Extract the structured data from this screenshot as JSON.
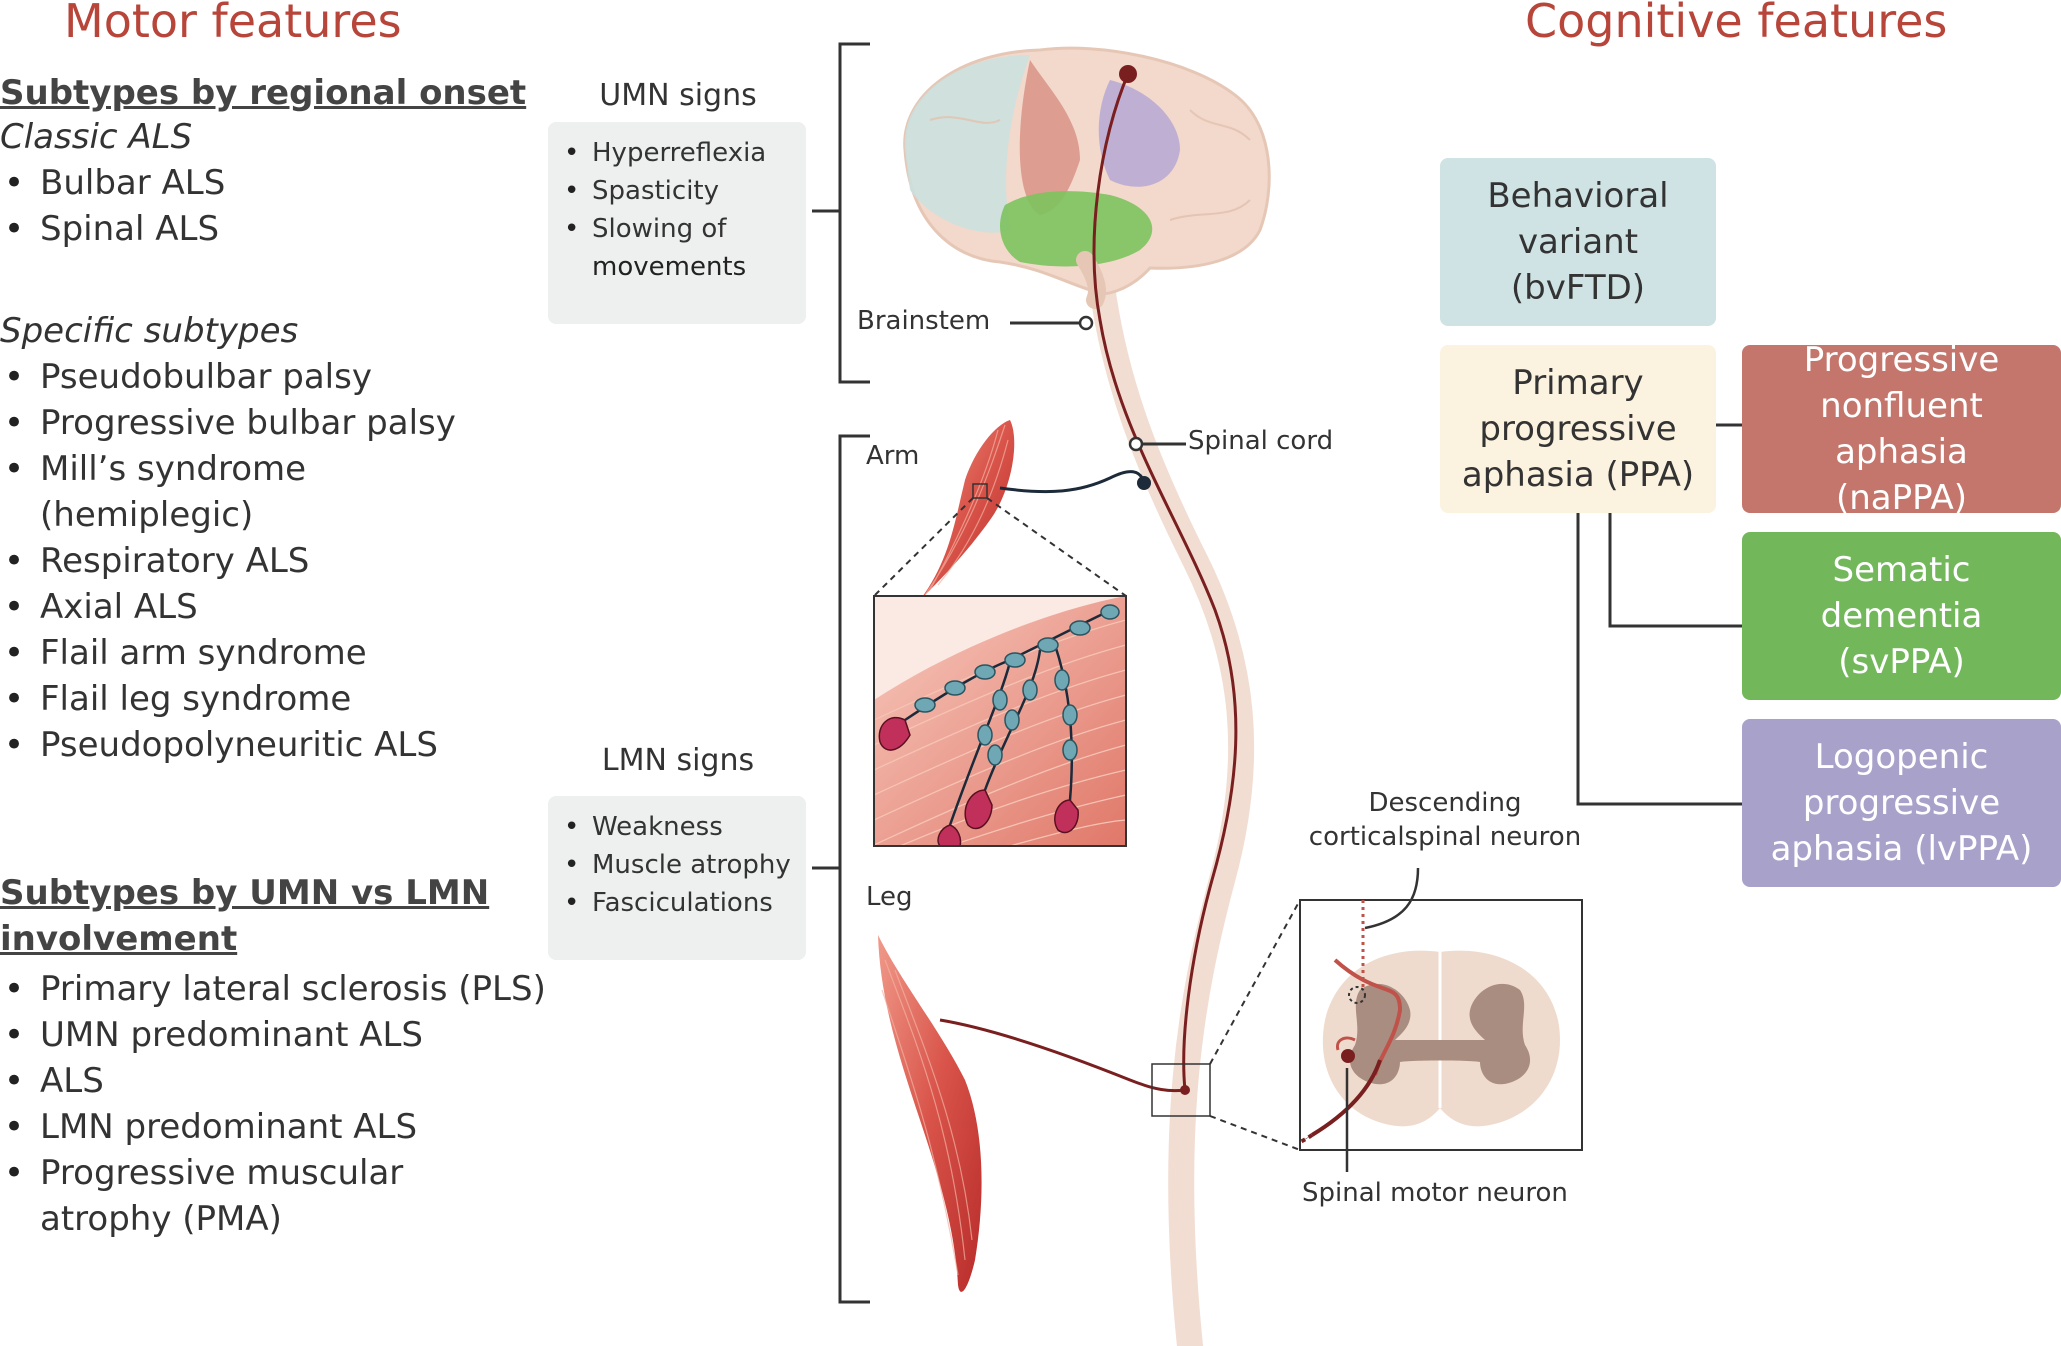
{
  "motor": {
    "title": "Motor features",
    "regional_heading": "Subtypes by regional onset",
    "classic_label": "Classic ALS",
    "classic_items": [
      "Bulbar ALS",
      "Spinal ALS"
    ],
    "specific_label": "Specific subtypes",
    "specific_items": [
      "Pseudobulbar palsy",
      "Progressive bulbar palsy",
      "Mill’s syndrome",
      "(hemiplegic)",
      "Respiratory ALS",
      "Axial ALS",
      "Flail arm syndrome",
      "Flail leg syndrome",
      "Pseudopolyneuritic ALS"
    ],
    "umn_lmn_heading_1": "Subtypes by UMN vs LMN",
    "umn_lmn_heading_2": "involvement",
    "umn_lmn_items": [
      "Primary lateral sclerosis (PLS)",
      "UMN predominant ALS",
      "ALS",
      "LMN predominant ALS",
      "Progressive muscular",
      "atrophy (PMA)"
    ]
  },
  "umn": {
    "title": "UMN signs",
    "items": [
      "Hyperreflexia",
      "Spasticity",
      "Slowing of",
      "movements"
    ]
  },
  "lmn": {
    "title": "LMN signs",
    "items": [
      "Weakness",
      "Muscle atrophy",
      "Fasciculations"
    ]
  },
  "anatomy": {
    "brainstem": "Brainstem",
    "spinal_cord": "Spinal cord",
    "arm": "Arm",
    "leg": "Leg",
    "descending_1": "Descending",
    "descending_2": "corticalspinal neuron",
    "spinal_motor": "Spinal motor neuron"
  },
  "cognitive": {
    "title": "Cognitive features",
    "bvftd": [
      "Behavioral",
      "variant",
      "(bvFTD)"
    ],
    "ppa": [
      "Primary",
      "progressive",
      "aphasia (PPA)"
    ],
    "napa": [
      "Progressive",
      "nonfluent aphasia",
      "(naPPA)"
    ],
    "svppa": [
      "Sematic dementia",
      "(svPPA)"
    ],
    "lvppa": [
      "Logopenic",
      "progressive",
      "aphasia (lvPPA)"
    ]
  },
  "colors": {
    "title": "#b8453a",
    "bvftd_bg": "#cfe3e4",
    "ppa_bg": "#fbf3e0",
    "napa_bg": "#c4766c",
    "svppa_bg": "#72b85b",
    "lvppa_bg": "#a8a2cb",
    "tract": "#7a1f1f",
    "sign_box": "#eef0f0"
  }
}
